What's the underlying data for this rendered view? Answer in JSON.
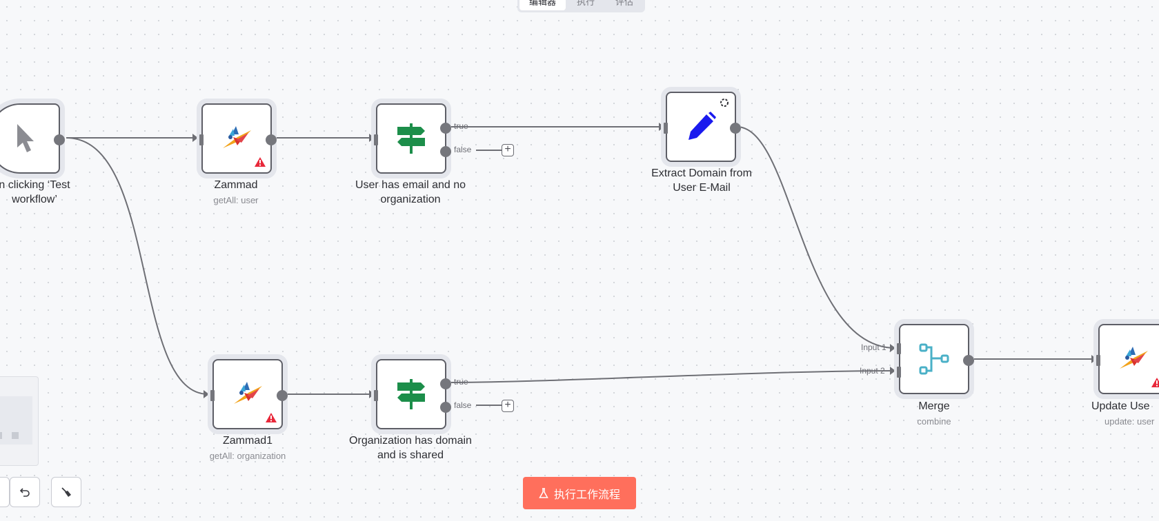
{
  "tabs": [
    "编辑器",
    "执行",
    "评估"
  ],
  "nodes": {
    "trigger": {
      "label": "n clicking ‘Test\nworkflow’"
    },
    "zammad": {
      "label": "Zammad",
      "sub": "getAll: user"
    },
    "if_email": {
      "label": "User has email and no\norganization"
    },
    "extract": {
      "label": "Extract Domain from\nUser E-Mail"
    },
    "zammad1": {
      "label": "Zammad1",
      "sub": "getAll: organization"
    },
    "if_org": {
      "label": "Organization has domain\nand is shared"
    },
    "merge": {
      "label": "Merge",
      "sub": "combine"
    },
    "update": {
      "label": "Update Use",
      "sub": "update: user"
    }
  },
  "edge_labels": {
    "true_1": "true",
    "false_1": "false",
    "true_2": "true",
    "false_2": "false",
    "input1": "Input 1",
    "input2": "Input 2"
  },
  "execute_button": {
    "label": "执行工作流程",
    "icon": "flask-icon"
  },
  "toolbar": {
    "undo_icon": "undo-icon",
    "clean_icon": "broom-icon"
  },
  "colors": {
    "execute": "#ff6f5c",
    "if_icon": "#1c8e4a",
    "edit_icon": "#1a1aee",
    "merge_icon": "#4ab0c7",
    "warning": "#e8283a"
  }
}
